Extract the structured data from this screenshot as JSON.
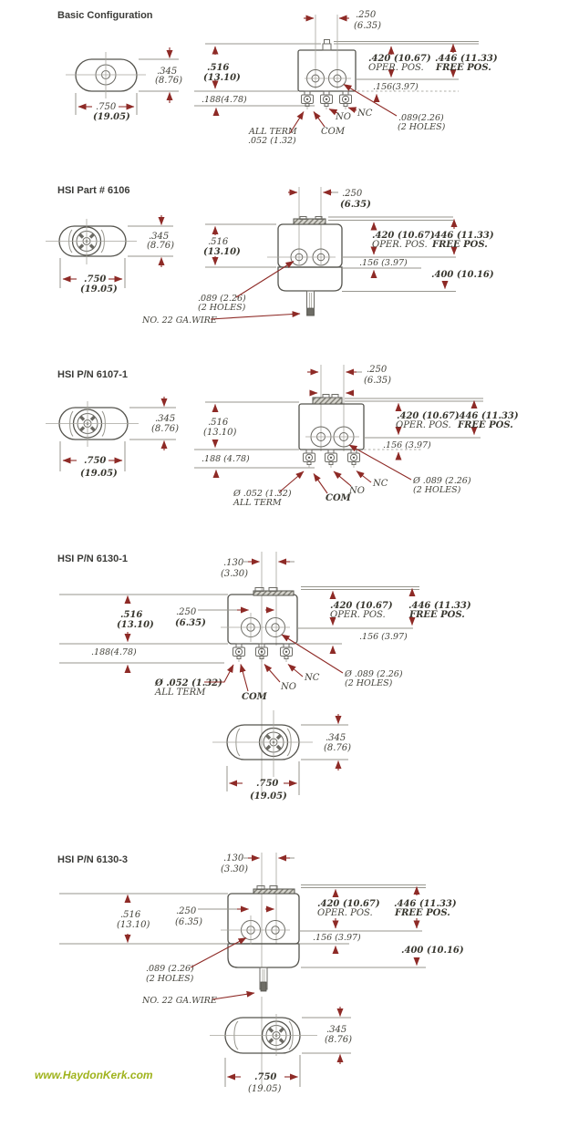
{
  "watermark": {
    "text": "www.HaydonKerk.com",
    "color": "#9fb31c"
  },
  "colors": {
    "arrow": "#8e2a26",
    "outline": "#55544e",
    "dim_line": "#97968e",
    "text": "#43423a"
  },
  "sections": [
    {
      "title": "Basic Configuration",
      "top": {
        "height_in": ".345",
        "height_mm": "(8.76)",
        "width_in": ".750",
        "width_mm": "(19.05)"
      },
      "side": {
        "hole_spacing_in": ".250",
        "hole_spacing_mm": "(6.35)",
        "body_height_in": ".516",
        "body_height_mm": "(13.10)",
        "terminal_len": ".188(4.78)",
        "oper_pos": ".420 (10.67)",
        "oper_pos_label": "OPER. POS.",
        "free_pos": ".446 (11.33)",
        "free_pos_label": "FREE POS.",
        "hole_center": ".156(3.97)",
        "hole_dia_1": ".089(2.26)",
        "hole_dia_2": "(2 HOLES)",
        "term_dia_1": "ALL TERM",
        "term_dia_2": ".052 (1.32)",
        "com": "COM",
        "no": "NO",
        "nc": "NC"
      }
    },
    {
      "title": "HSI Part # 6106",
      "top": {
        "height_in": ".345",
        "height_mm": "(8.76)",
        "width_in": ".750",
        "width_mm": "(19.05)"
      },
      "side": {
        "hole_spacing_in": ".250",
        "hole_spacing_mm": "(6.35)",
        "body_height_in": ".516",
        "body_height_mm": "(13.10)",
        "oper_pos": ".420 (10.67)",
        "oper_pos_label": "OPER. POS.",
        "free_pos": ".446 (11.33)",
        "free_pos_label": "FREE POS.",
        "hole_center": ".156 (3.97)",
        "lower_height": ".400 (10.16)",
        "hole_dia_1": ".089 (2.26)",
        "hole_dia_2": "(2 HOLES)",
        "wire_label": "NO. 22 GA.WIRE"
      }
    },
    {
      "title": "HSI P/N 6107-1",
      "top": {
        "height_in": ".345",
        "height_mm": "(8.76)",
        "width_in": ".750",
        "width_mm": "(19.05)"
      },
      "side": {
        "hole_spacing_in": ".250",
        "hole_spacing_mm": "(6.35)",
        "body_height_in": ".516",
        "body_height_mm": "(13.10)",
        "terminal_len": ".188 (4.78)",
        "oper_pos": ".420 (10.67)",
        "oper_pos_label": "OPER. POS.",
        "free_pos": ".446 (11.33)",
        "free_pos_label": "FREE POS.",
        "hole_center": ".156 (3.97)",
        "hole_dia_1": "Ø .089 (2.26)",
        "hole_dia_2": "(2 HOLES)",
        "term_dia_1": "Ø .052 (1.32)",
        "term_dia_2": "ALL TERM",
        "com": "COM",
        "no": "NO",
        "nc": "NC"
      }
    },
    {
      "title": "HSI P/N 6130-1",
      "top": {
        "height_in": ".345",
        "height_mm": "(8.76)",
        "width_in": ".750",
        "width_mm": "(19.05)"
      },
      "side": {
        "plunger_offset_in": ".130",
        "plunger_offset_mm": "(3.30)",
        "hole_spacing_in": ".250",
        "hole_spacing_mm": "(6.35)",
        "body_height_in": ".516",
        "body_height_mm": "(13.10)",
        "terminal_len": ".188(4.78)",
        "oper_pos": ".420 (10.67)",
        "oper_pos_label": "OPER. POS.",
        "free_pos": ".446 (11.33)",
        "free_pos_label": "FREE POS.",
        "hole_center": ".156 (3.97)",
        "hole_dia_1": "Ø .089 (2.26)",
        "hole_dia_2": "(2 HOLES)",
        "term_dia_1": "Ø .052 (1.32)",
        "term_dia_2": "ALL TERM",
        "com": "COM",
        "no": "NO",
        "nc": "NC"
      }
    },
    {
      "title": "HSI P/N 6130-3",
      "top": {
        "height_in": ".345",
        "height_mm": "(8.76)",
        "width_in": ".750",
        "width_mm": "(19.05)"
      },
      "side": {
        "plunger_offset_in": ".130",
        "plunger_offset_mm": "(3.30)",
        "hole_spacing_in": ".250",
        "hole_spacing_mm": "(6.35)",
        "body_height_in": ".516",
        "body_height_mm": "(13.10)",
        "oper_pos": ".420 (10.67)",
        "oper_pos_label": "OPER. POS.",
        "free_pos": ".446 (11.33)",
        "free_pos_label": "FREE POS.",
        "hole_center": ".156 (3.97)",
        "lower_height": ".400 (10.16)",
        "hole_dia_1": ".089 (2.26)",
        "hole_dia_2": "(2 HOLES)",
        "wire_label": "NO. 22 GA.WIRE"
      }
    }
  ]
}
